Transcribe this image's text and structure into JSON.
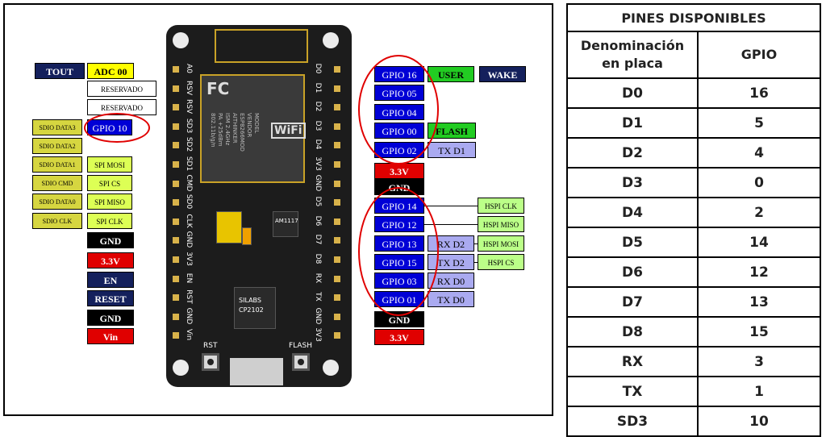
{
  "board": {
    "module_text": [
      "MODEL",
      "VENDOR",
      "ESP8266MOD",
      "AITHINKER",
      "ISM 2.4GHz",
      "PA +25dBm",
      "802.11b/g/n"
    ],
    "fc_mark": "FC",
    "wifi_mark": "WiFi",
    "regulator": "AM1117",
    "usb_chip": [
      "SILABS",
      "CP2102"
    ],
    "rst_label": "RST",
    "flash_label": "FLASH",
    "left_pins": [
      "A0",
      "RSV",
      "RSV",
      "SD3",
      "SD2",
      "SD1",
      "CMD",
      "SD0",
      "CLK",
      "GND",
      "3V3",
      "EN",
      "RST",
      "GND",
      "Vin"
    ],
    "right_pins": [
      "D0",
      "D1",
      "D2",
      "D3",
      "D4",
      "3V3",
      "GND",
      "D5",
      "D6",
      "D7",
      "D8",
      "RX",
      "TX",
      "GND",
      "3V3"
    ]
  },
  "left_labels": [
    {
      "text": "TOUT",
      "style": "navy"
    },
    {
      "text": "ADC 00",
      "style": "yellow"
    },
    {
      "text": "RESERVADO",
      "style": "white"
    },
    {
      "text": "RESERVADO",
      "style": "white"
    },
    {
      "text": "SDIO DATA3",
      "style": "olive"
    },
    {
      "text": "GPIO 10",
      "style": "blue"
    },
    {
      "text": "SDIO DATA2",
      "style": "olive"
    },
    {
      "text": "SDIO DATA1",
      "style": "olive"
    },
    {
      "text": "SPI MOSI",
      "style": "lime"
    },
    {
      "text": "SDIO CMD",
      "style": "olive"
    },
    {
      "text": "SPI CS",
      "style": "lime"
    },
    {
      "text": "SDIO DATA0",
      "style": "olive"
    },
    {
      "text": "SPI MISO",
      "style": "lime"
    },
    {
      "text": "SDIO CLK",
      "style": "olive"
    },
    {
      "text": "SPI CLK",
      "style": "lime"
    },
    {
      "text": "GND",
      "style": "black"
    },
    {
      "text": "3.3V",
      "style": "red"
    },
    {
      "text": "EN",
      "style": "navy"
    },
    {
      "text": "RESET",
      "style": "navy"
    },
    {
      "text": "GND",
      "style": "black"
    },
    {
      "text": "Vin",
      "style": "red"
    }
  ],
  "right_labels": [
    {
      "text": "GPIO 16",
      "style": "blue"
    },
    {
      "text": "USER",
      "style": "green"
    },
    {
      "text": "WAKE",
      "style": "navy"
    },
    {
      "text": "GPIO 05",
      "style": "blue"
    },
    {
      "text": "GPIO 04",
      "style": "blue"
    },
    {
      "text": "GPIO 00",
      "style": "blue"
    },
    {
      "text": "FLASH",
      "style": "green"
    },
    {
      "text": "GPIO 02",
      "style": "blue"
    },
    {
      "text": "TX D1",
      "style": "lav"
    },
    {
      "text": "3.3V",
      "style": "red"
    },
    {
      "text": "GND",
      "style": "black"
    },
    {
      "text": "GPIO 14",
      "style": "blue"
    },
    {
      "text": "HSPI CLK",
      "style": "lightgreen"
    },
    {
      "text": "GPIO 12",
      "style": "blue"
    },
    {
      "text": "HSPI MISO",
      "style": "lightgreen"
    },
    {
      "text": "GPIO 13",
      "style": "blue"
    },
    {
      "text": "RX D2",
      "style": "lav"
    },
    {
      "text": "HSPI MOSI",
      "style": "lightgreen"
    },
    {
      "text": "GPIO 15",
      "style": "blue"
    },
    {
      "text": "TX D2",
      "style": "lav"
    },
    {
      "text": "HSPI CS",
      "style": "lightgreen"
    },
    {
      "text": "GPIO 03",
      "style": "blue"
    },
    {
      "text": "RX D0",
      "style": "lav"
    },
    {
      "text": "GPIO 01",
      "style": "blue"
    },
    {
      "text": "TX D0",
      "style": "lav"
    },
    {
      "text": "GND",
      "style": "black"
    },
    {
      "text": "3.3V",
      "style": "red"
    }
  ],
  "table": {
    "title": "PINES DISPONIBLES",
    "col1_header_line1": "Denominación",
    "col1_header_line2": "en placa",
    "col2_header": "GPIO",
    "rows": [
      {
        "pin": "D0",
        "gpio": "16"
      },
      {
        "pin": "D1",
        "gpio": "5"
      },
      {
        "pin": "D2",
        "gpio": "4"
      },
      {
        "pin": "D3",
        "gpio": "0"
      },
      {
        "pin": "D4",
        "gpio": "2"
      },
      {
        "pin": "D5",
        "gpio": "14"
      },
      {
        "pin": "D6",
        "gpio": "12"
      },
      {
        "pin": "D7",
        "gpio": "13"
      },
      {
        "pin": "D8",
        "gpio": "15"
      },
      {
        "pin": "RX",
        "gpio": "3"
      },
      {
        "pin": "TX",
        "gpio": "1"
      },
      {
        "pin": "SD3",
        "gpio": "10"
      }
    ]
  }
}
